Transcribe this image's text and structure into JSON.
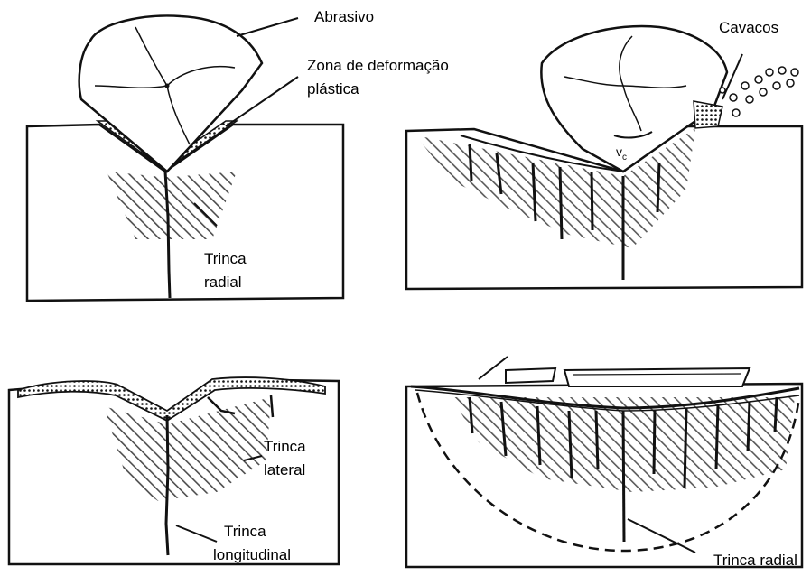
{
  "labels": {
    "abrasivo": "Abrasivo",
    "zona_line1": "Zona de deformação",
    "zona_line2": "plástica",
    "trinca_radial_1_line1": "Trinca",
    "trinca_radial_1_line2": "radial",
    "cavacos": "Cavacos",
    "vc_main": "v",
    "vc_sub": "c",
    "trinca_lateral_line1": "Trinca",
    "trinca_lateral_line2": "lateral",
    "trinca_longitudinal_line1": "Trinca",
    "trinca_longitudinal_line2": "longitudinal",
    "trinca_radial_2": "Trinca radial"
  },
  "colors": {
    "ink": "#111111",
    "background": "#ffffff"
  }
}
